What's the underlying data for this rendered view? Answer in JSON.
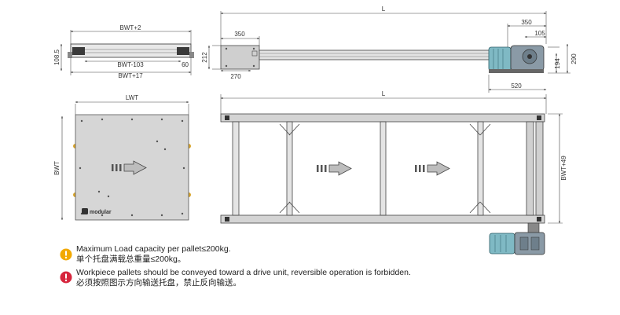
{
  "views": {
    "section": {
      "top_dim": "BWT+2",
      "mid_dim": "BWT-103",
      "bottom_dim": "BWT+17",
      "height_dim": "108.5",
      "right_dim": "60"
    },
    "pallet": {
      "width_dim": "LWT",
      "height_dim": "BWT",
      "logo": "modular"
    },
    "side": {
      "length_dim": "L",
      "left_top": "350",
      "left_height": "212",
      "left_bottom": "270",
      "right_top": "350",
      "right_small": "105",
      "right_h1": "194",
      "right_h2": "290",
      "right_bottom": "520"
    },
    "top": {
      "length_dim": "L",
      "width_dim": "BWT+49"
    }
  },
  "notes": [
    {
      "icon": "warning-icon",
      "color": "#f2a900",
      "line1": "Maximum Load capacity per pallet≤200kg.",
      "line2": "单个托盘满载总重量≤200kg。"
    },
    {
      "icon": "prohibited-icon",
      "color": "#d7263d",
      "line1": "Workpiece pallets should be conveyed toward a drive unit, reversible operation is forbidden.",
      "line2": "必须按照图示方向输送托盘，禁止反向输送。"
    }
  ]
}
